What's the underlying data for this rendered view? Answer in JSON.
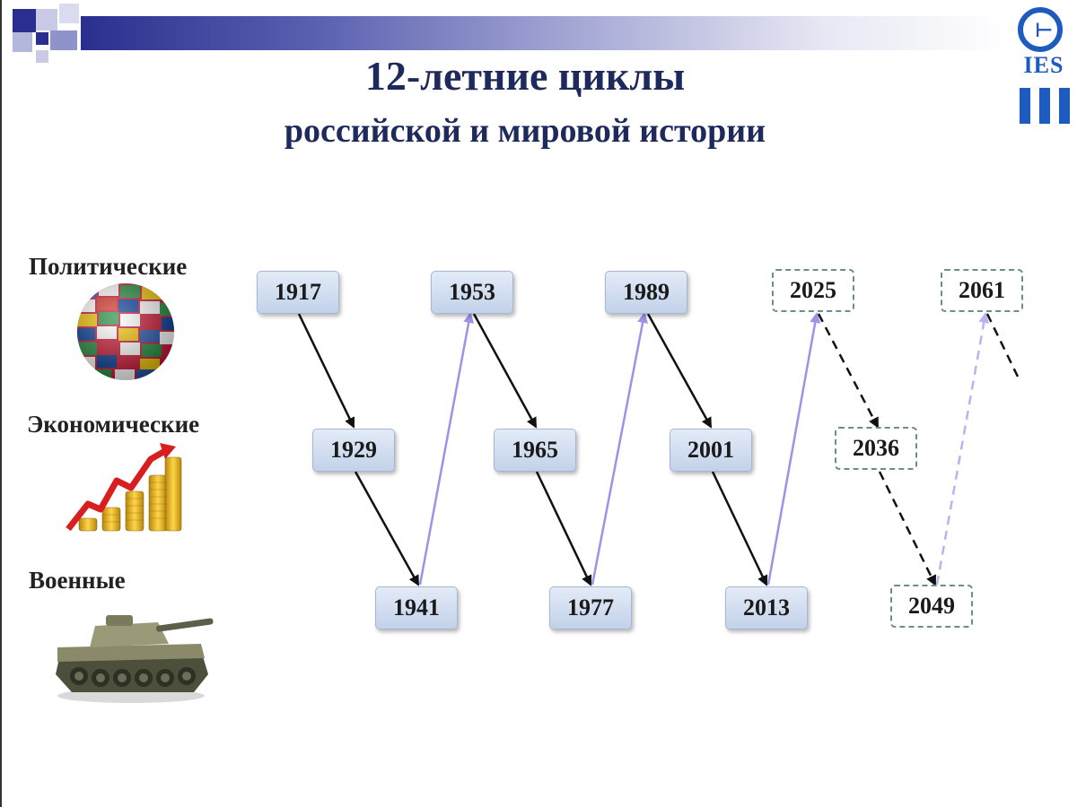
{
  "title_line1": "12-летние циклы",
  "title_line2": "российской и мировой истории",
  "logo": {
    "text": "IES"
  },
  "categories": [
    {
      "label": "Политические",
      "image": "globe-flags-icon"
    },
    {
      "label": "Экономические",
      "image": "growth-chart-coins-icon"
    },
    {
      "label": "Военные",
      "image": "tank-icon"
    }
  ],
  "years": {
    "political": [
      "1917",
      "1953",
      "1989",
      "2025",
      "2061"
    ],
    "economic": [
      "1929",
      "1965",
      "2001",
      "2036"
    ],
    "military": [
      "1941",
      "1977",
      "2013",
      "2049"
    ]
  },
  "colors": {
    "title": "#1f2a5c",
    "arrow_down": "#111111",
    "arrow_up": "#9b93e8",
    "logo": "#1d5bbf"
  }
}
